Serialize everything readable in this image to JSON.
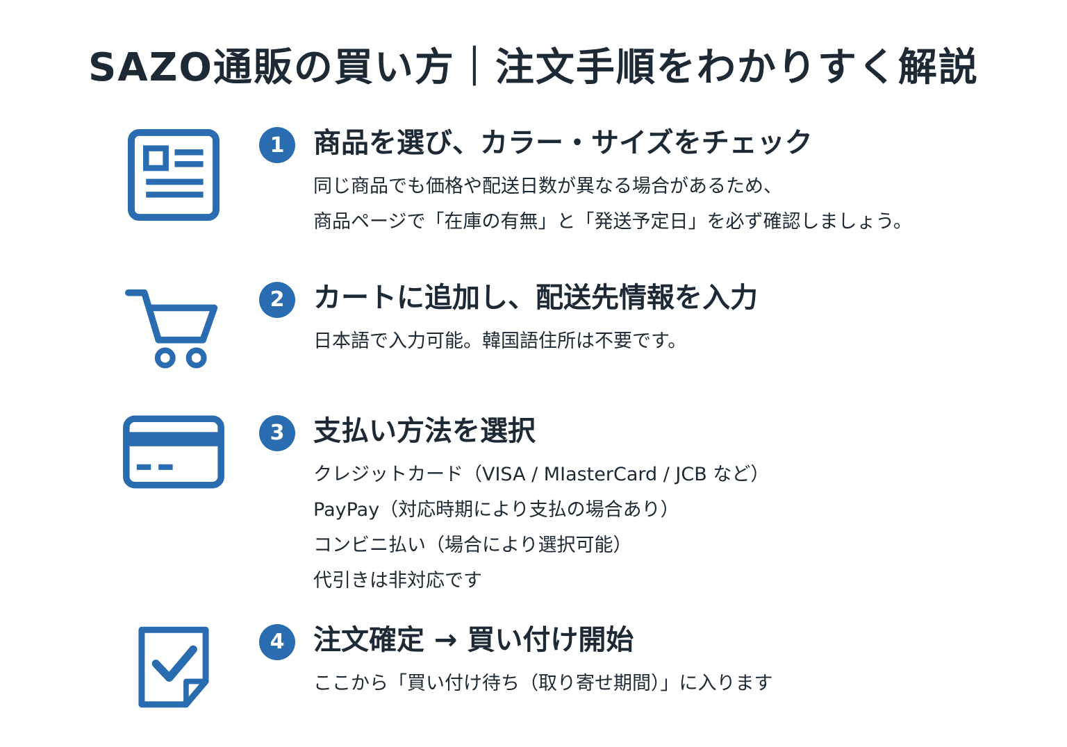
{
  "page": {
    "title": "SAZO通販の買い方｜注文手順をわかりすく解説"
  },
  "colors": {
    "accent": "#2a6cb0",
    "text": "#1d2a36",
    "background": "#ffffff"
  },
  "steps": [
    {
      "number": "1",
      "icon": "document-icon",
      "heading": "商品を選び、カラー・サイズをチェック",
      "body": [
        "同じ商品でも価格や配送日数が異なる場合があるため、",
        "商品ページで「在庫の有無」と「発送予定日」を必ず確認しましょう。"
      ]
    },
    {
      "number": "2",
      "icon": "cart-icon",
      "heading": "カートに追加し、配送先情報を入力",
      "body": [
        "日本語で入力可能。韓国語住所は不要です。"
      ]
    },
    {
      "number": "3",
      "icon": "credit-card-icon",
      "heading": "支払い方法を選択",
      "body": [
        "クレジットカード（VISA / MIasterCard / JCB など）",
        "PayPay（対応時期により支払の場合あり）",
        "コンビニ払い（場合により選択可能）",
        "代引きは非対応です"
      ]
    },
    {
      "number": "4",
      "icon": "check-document-icon",
      "heading": "注文確定 → 買い付け開始",
      "body": [
        "ここから「買い付け待ち（取り寄せ期間）」に入ります"
      ]
    }
  ]
}
